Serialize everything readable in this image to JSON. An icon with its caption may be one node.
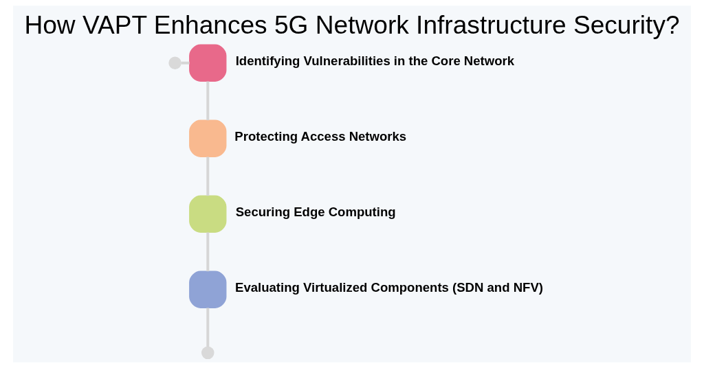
{
  "diagram": {
    "title": "How VAPT Enhances 5G Network Infrastructure Security?",
    "nodes": [
      {
        "text": [],
        "shape": "circle"
      },
      {
        "text": [],
        "shape": "box",
        "beside": [
          "Identifying Vulnerabilities in the Core Network"
        ]
      },
      {
        "text": [],
        "shape": "box",
        "beside": [
          "Protecting Access Networks"
        ]
      },
      {
        "text": [],
        "shape": "box",
        "beside": [
          "Securing Edge Computing"
        ]
      },
      {
        "text": [],
        "shape": "box",
        "beside": [
          "Evaluating Virtualized Components (SDN and NFV)"
        ]
      },
      {
        "text": [],
        "shape": "circle"
      }
    ],
    "edges": [
      {
        "from": 0,
        "to": 1,
        "arrow": "none"
      },
      {
        "from": 1,
        "to": 2,
        "arrow": "none"
      },
      {
        "from": 2,
        "to": 3,
        "arrow": "none"
      },
      {
        "from": 3,
        "to": 4,
        "arrow": "none"
      },
      {
        "from": 4,
        "to": 5,
        "arrow": "none"
      }
    ]
  }
}
